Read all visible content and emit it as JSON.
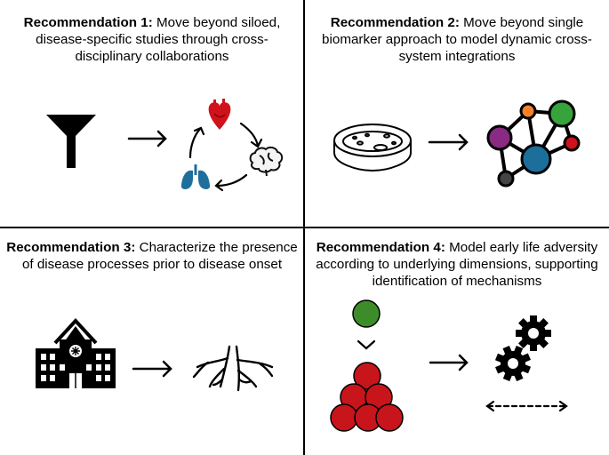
{
  "panels": [
    {
      "heading": "Recommendation 1:",
      "text": " Move beyond siloed, disease-specific studies through cross-disciplinary collaborations",
      "icons": [
        "funnel-icon",
        "arrow-right-icon",
        "heart-icon",
        "brain-icon",
        "lungs-icon",
        "cycle-arrows-icon"
      ]
    },
    {
      "heading": "Recommendation 2:",
      "text": " Move beyond single biomarker approach to model dynamic cross-system integrations",
      "icons": [
        "petri-dish-icon",
        "arrow-right-icon",
        "network-graph-icon"
      ]
    },
    {
      "heading": "Recommendation 3:",
      "text": " Characterize the presence of disease processes prior to disease onset",
      "icons": [
        "hospital-icon",
        "arrow-right-icon",
        "roots-icon"
      ]
    },
    {
      "heading": "Recommendation 4:",
      "text": " Model early life adversity according to underlying dimensions, supporting identification of mechanisms",
      "icons": [
        "green-circle-icon",
        "chevron-down-icon",
        "red-circle-stack-icon",
        "arrow-right-icon",
        "gears-icon",
        "dashed-double-arrow-icon"
      ]
    }
  ],
  "colors": {
    "heart": "#d0121b",
    "lungs": "#1f6f9c",
    "node_orange": "#f5822a",
    "node_green": "#36a33b",
    "node_purple": "#8a2a83",
    "node_red": "#d0121b",
    "node_blue": "#1c6f9a",
    "node_gray": "#444444",
    "green_circle": "#3d8c2a",
    "red_circle": "#c8141b"
  }
}
